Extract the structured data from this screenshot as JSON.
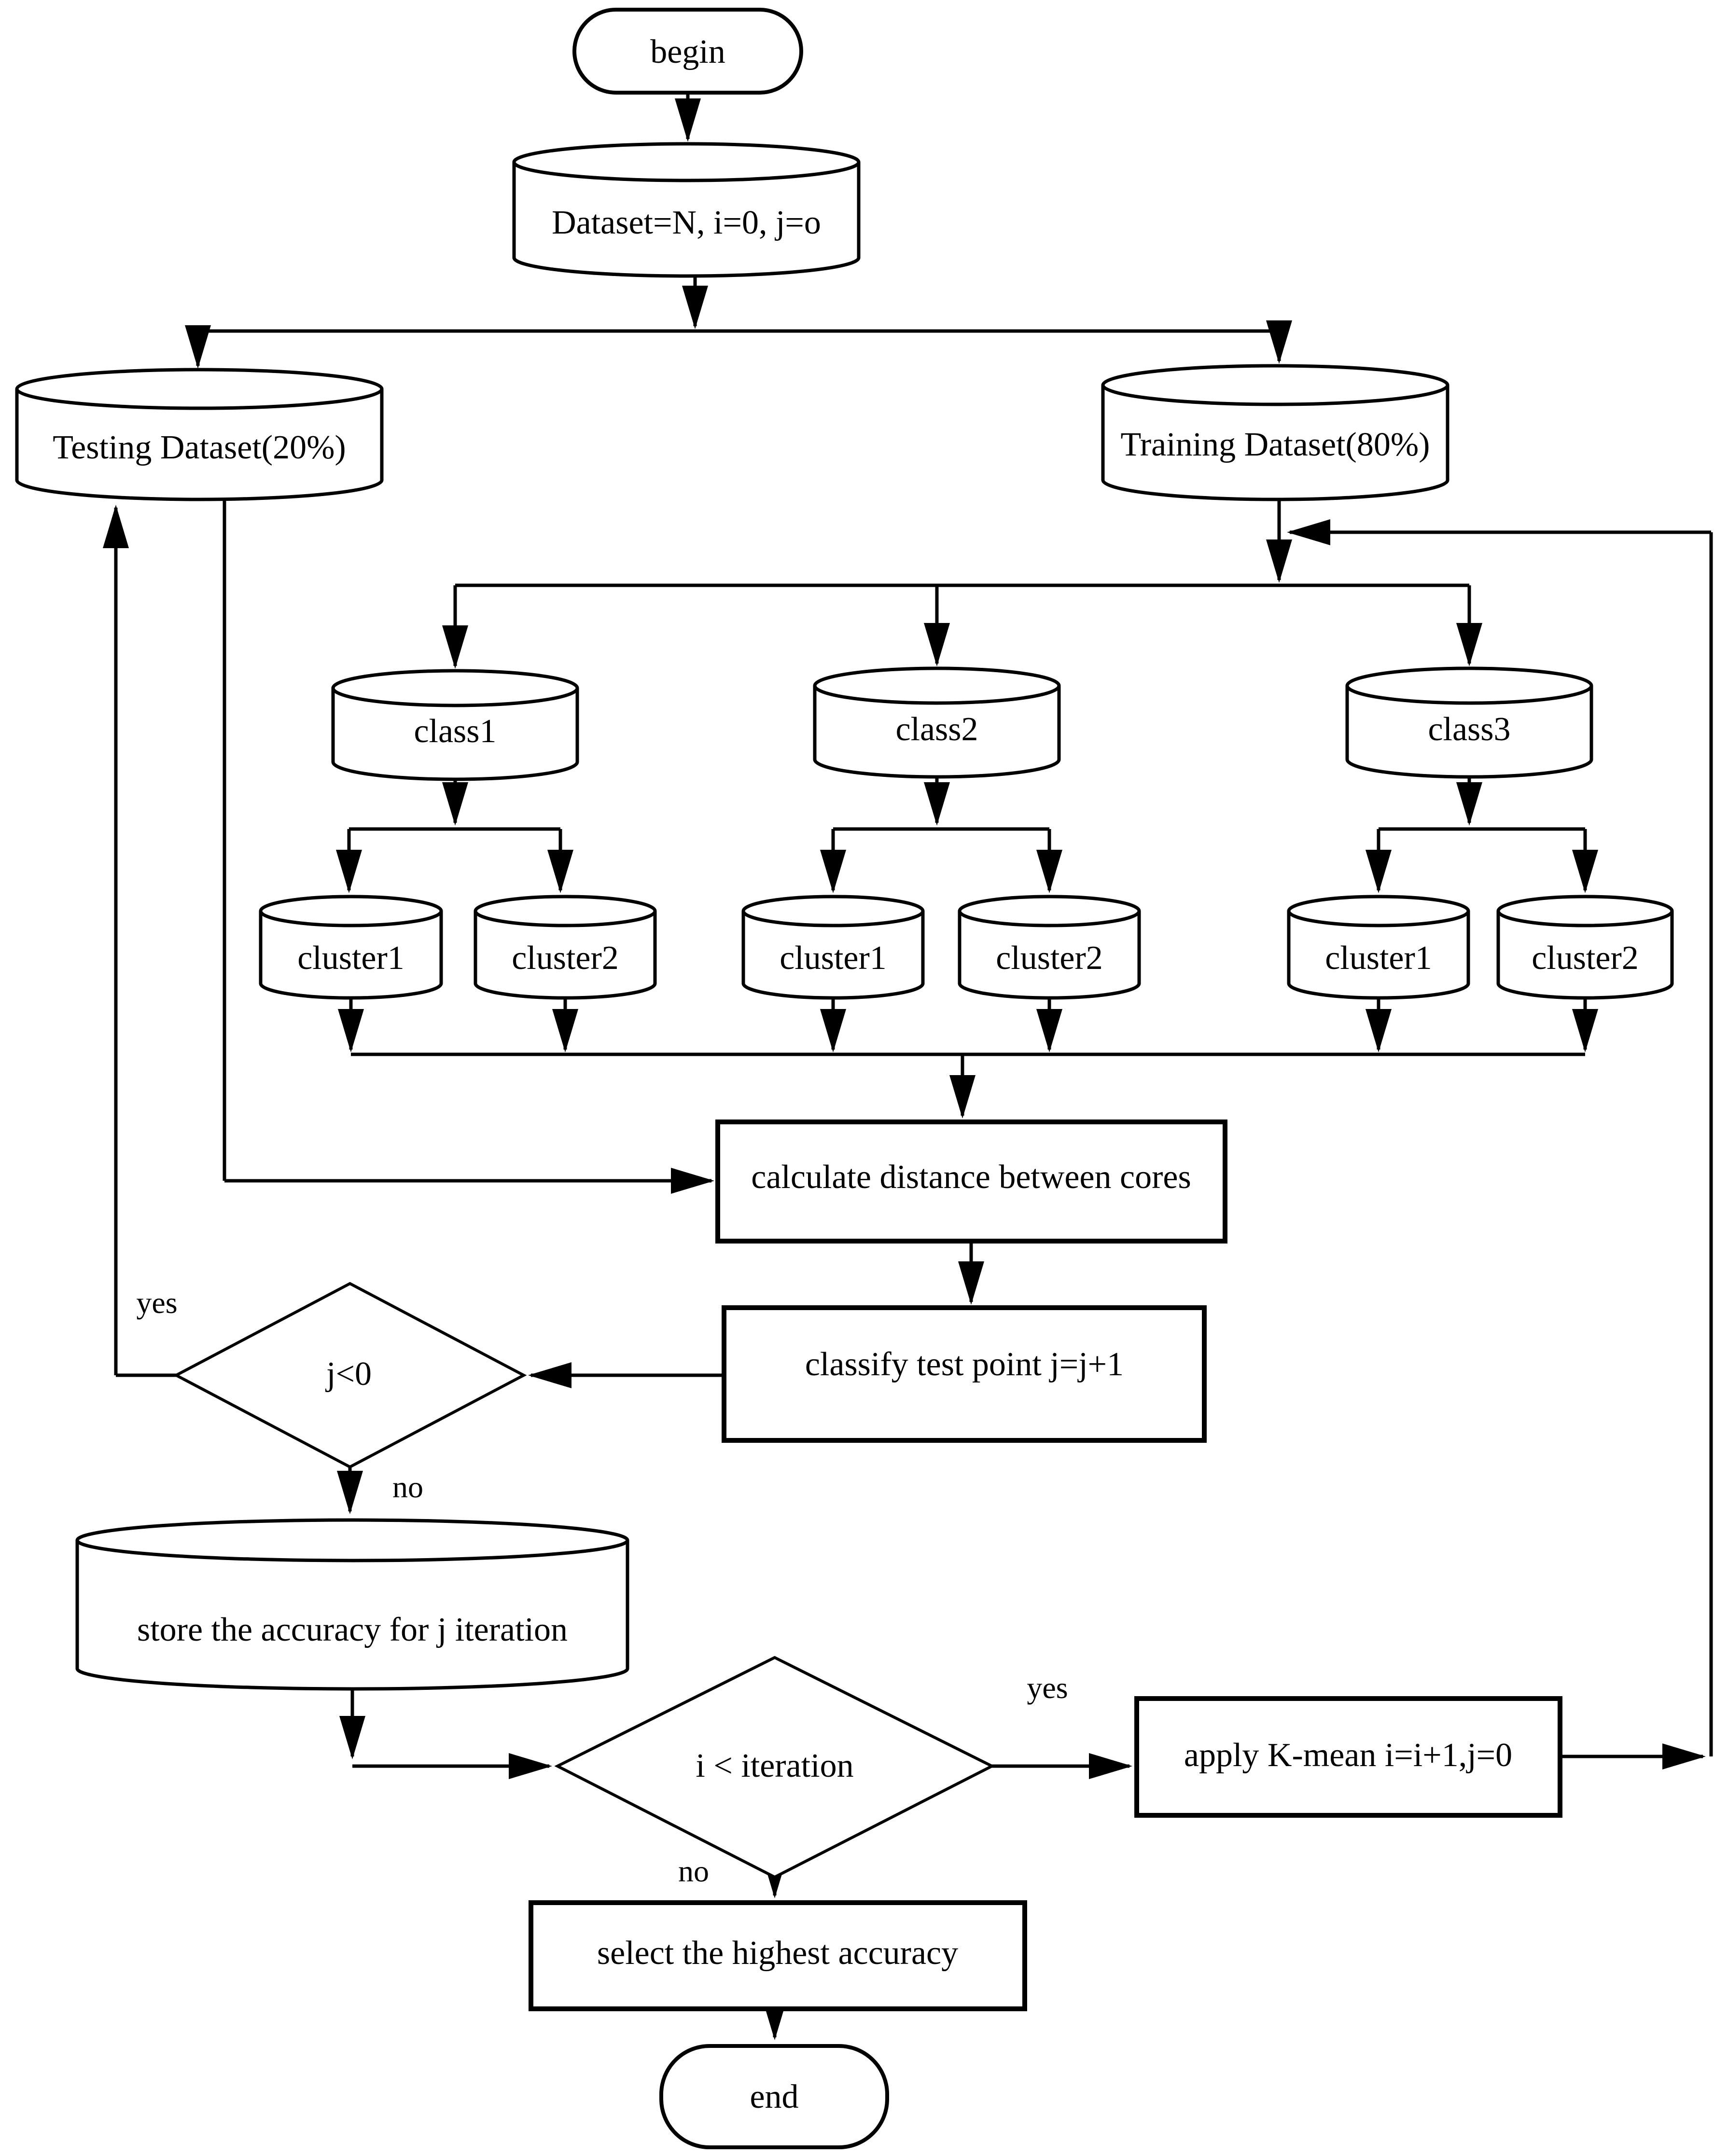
{
  "diagram": {
    "type": "flowchart",
    "description": "K-mean clustering train/test iteration flowchart",
    "colors": {
      "stroke": "#000000",
      "background": "#ffffff",
      "text": "#000000"
    }
  },
  "nodes": {
    "begin": {
      "type": "terminator",
      "label": "begin"
    },
    "dataset": {
      "type": "data-store",
      "label": "Dataset=N, i=0, j=o"
    },
    "testing": {
      "type": "data-store",
      "label": "Testing Dataset(20%)"
    },
    "training": {
      "type": "data-store",
      "label": "Training Dataset(80%)"
    },
    "class1": {
      "type": "data-store",
      "label": "class1"
    },
    "class2": {
      "type": "data-store",
      "label": "class2"
    },
    "class3": {
      "type": "data-store",
      "label": "class3"
    },
    "cluster_1_1": {
      "type": "data-store",
      "label": "cluster1"
    },
    "cluster_1_2": {
      "type": "data-store",
      "label": "cluster2"
    },
    "cluster_2_1": {
      "type": "data-store",
      "label": "cluster1"
    },
    "cluster_2_2": {
      "type": "data-store",
      "label": "cluster2"
    },
    "cluster_3_1": {
      "type": "data-store",
      "label": "cluster1"
    },
    "cluster_3_2": {
      "type": "data-store",
      "label": "cluster2"
    },
    "calculate": {
      "type": "process",
      "label": "calculate distance between cores"
    },
    "classify": {
      "type": "process",
      "label": "classify test point j=j+1"
    },
    "j_decision": {
      "type": "decision",
      "label": "j<0"
    },
    "store": {
      "type": "data-store",
      "label": "store the accuracy for j iteration"
    },
    "i_decision": {
      "type": "decision",
      "label": "i < iteration"
    },
    "apply": {
      "type": "process",
      "label": "apply K-mean i=i+1,j=0"
    },
    "select": {
      "type": "process",
      "label": "select the highest accuracy"
    },
    "end": {
      "type": "terminator",
      "label": "end"
    }
  },
  "edge_labels": {
    "j_yes": "yes",
    "j_no": "no",
    "i_yes": "yes",
    "i_no": "no"
  }
}
